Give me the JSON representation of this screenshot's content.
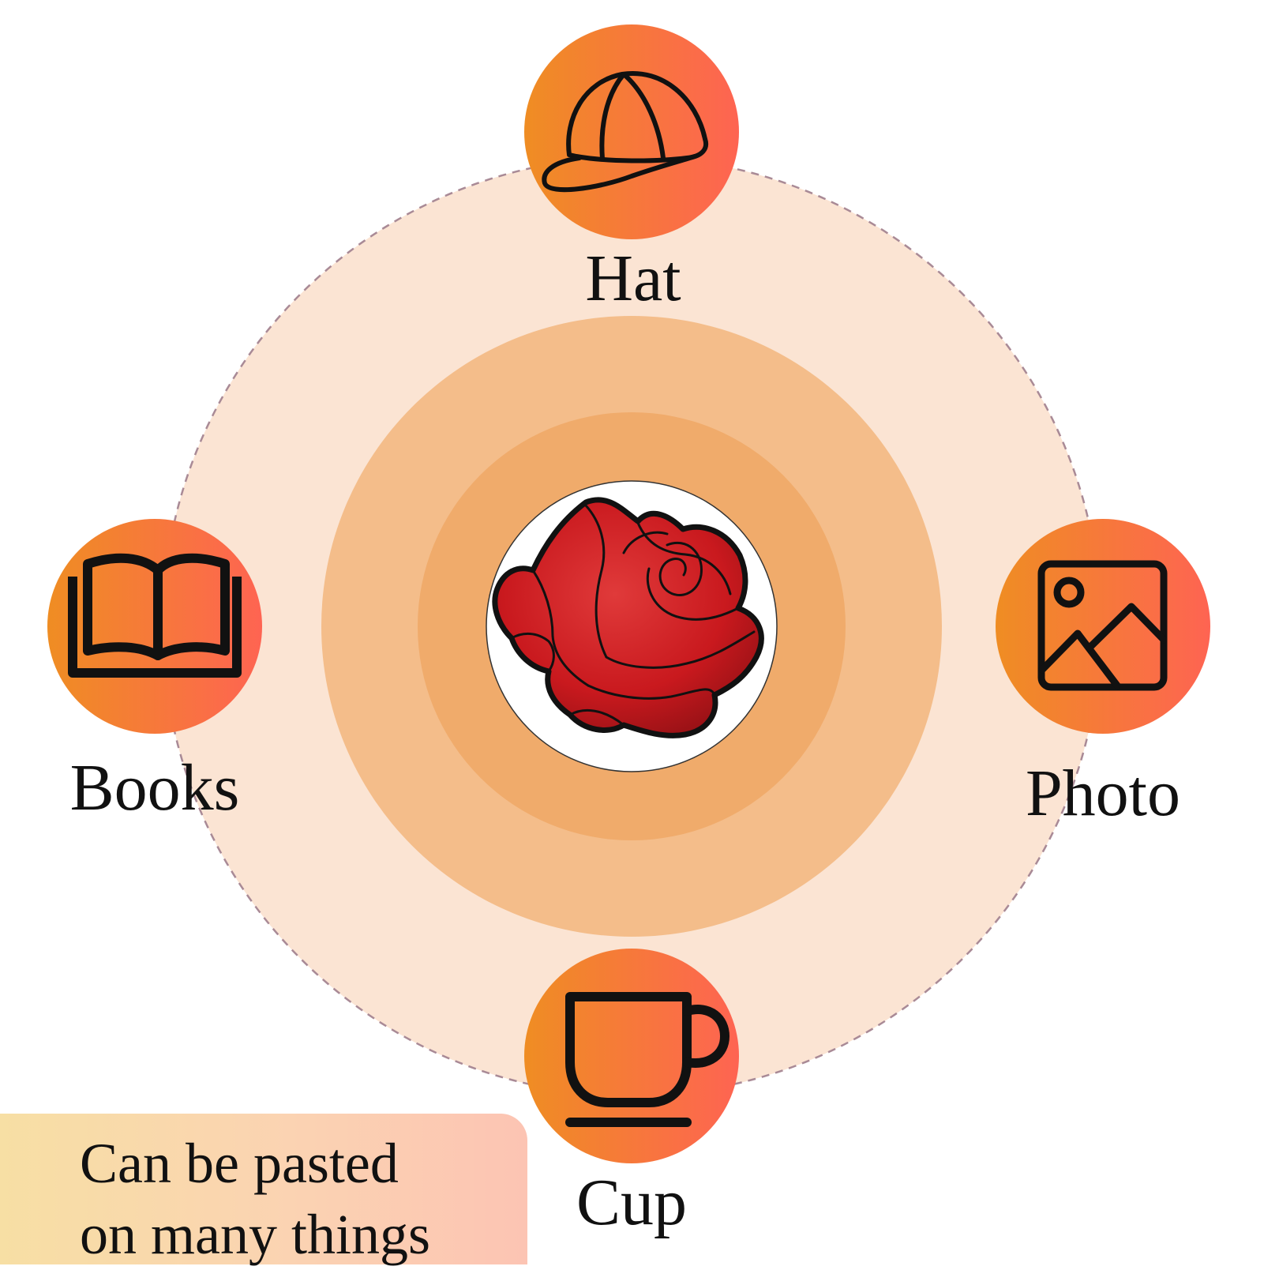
{
  "center": {
    "icon": "rose-icon"
  },
  "items": [
    {
      "id": "hat",
      "label": "Hat",
      "icon": "hat-icon"
    },
    {
      "id": "books",
      "label": "Books",
      "icon": "book-icon"
    },
    {
      "id": "photo",
      "label": "Photo",
      "icon": "image-icon"
    },
    {
      "id": "cup",
      "label": "Cup",
      "icon": "cup-icon"
    }
  ],
  "note": {
    "line1": "Can be pasted",
    "line2": "on many things"
  },
  "colors": {
    "outer_ring": "#fbe4d3",
    "middle_ring": "#f4bd8a",
    "inner_ring": "#f0ab6b",
    "node_gradient_start": "#ef8d23",
    "node_gradient_end": "#fe6452",
    "rose": "#c9191e",
    "dashed_orbit": "#a98a96"
  }
}
